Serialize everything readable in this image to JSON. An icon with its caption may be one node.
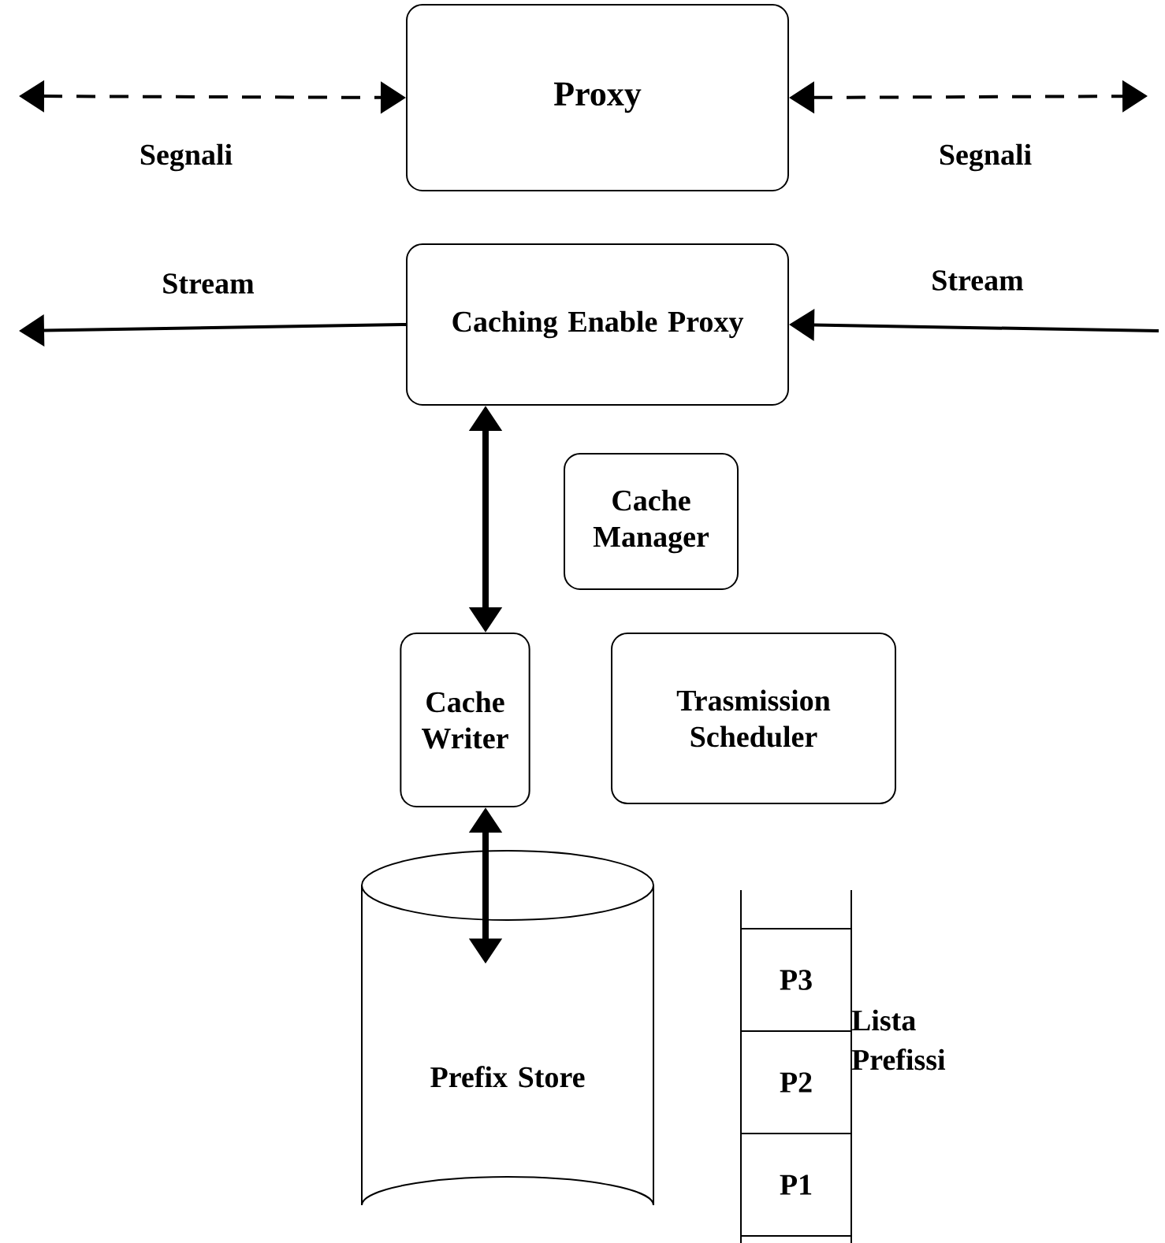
{
  "diagram": {
    "nodes": [
      {
        "text": [
          "Proxy"
        ]
      },
      {
        "text": [
          "Caching Enable Proxy"
        ]
      },
      {
        "text": [
          "Cache Manager"
        ]
      },
      {
        "text": [
          "Cache Writer"
        ]
      },
      {
        "text": [
          "Trasmission Scheduler"
        ]
      },
      {
        "text": [
          "Prefix Store"
        ]
      },
      {
        "text": [
          "P3"
        ]
      },
      {
        "text": [
          "P2"
        ]
      },
      {
        "text": [
          "P1"
        ]
      }
    ],
    "edges": [
      {
        "from": null,
        "to": 0,
        "arrow": "both",
        "style": "dashed",
        "label": "Segnali"
      },
      {
        "from": 0,
        "to": null,
        "arrow": "both",
        "style": "dashed",
        "label": "Segnali"
      },
      {
        "from": 1,
        "to": null,
        "arrow": "to",
        "label": "Stream"
      },
      {
        "from": null,
        "to": 1,
        "arrow": "to",
        "label": "Stream"
      },
      {
        "from": 1,
        "to": 3,
        "arrow": "both",
        "style": "thick"
      },
      {
        "from": 3,
        "to": 5,
        "arrow": "both",
        "style": "thick"
      }
    ],
    "labels": [
      "Lista Prefissi"
    ]
  }
}
